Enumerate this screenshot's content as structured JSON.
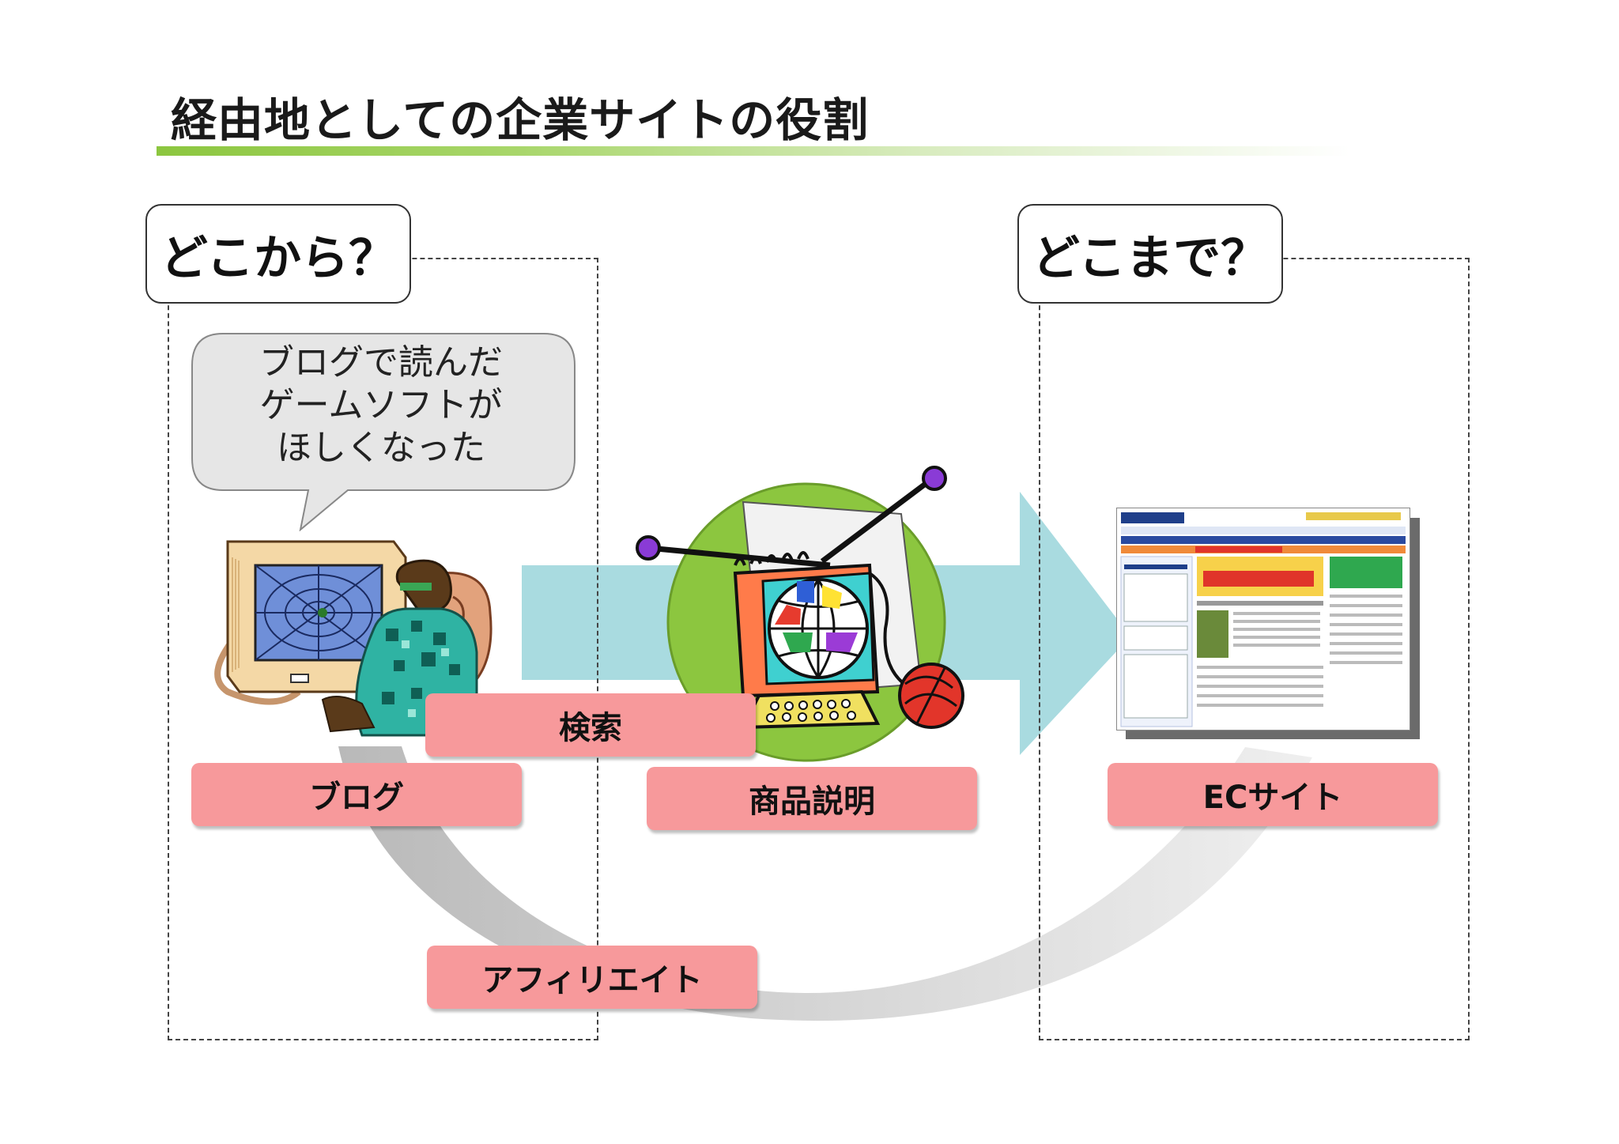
{
  "title": "経由地としての企業サイトの役割",
  "from_box": "どこから？",
  "to_box": "どこまで？",
  "speech_lines": [
    "ブログで読んだ",
    "ゲームソフトが",
    "ほしくなった"
  ],
  "labels": {
    "blog": "ブログ",
    "search": "検索",
    "product": "商品説明",
    "ec": "ECサイト",
    "affiliate": "アフィリエイト"
  },
  "colors": {
    "accent_green": "#8cc63f",
    "label_pink": "#f7999b",
    "arrow_teal": "#a9dbe0",
    "arc_gray": "#c8c8c8"
  }
}
